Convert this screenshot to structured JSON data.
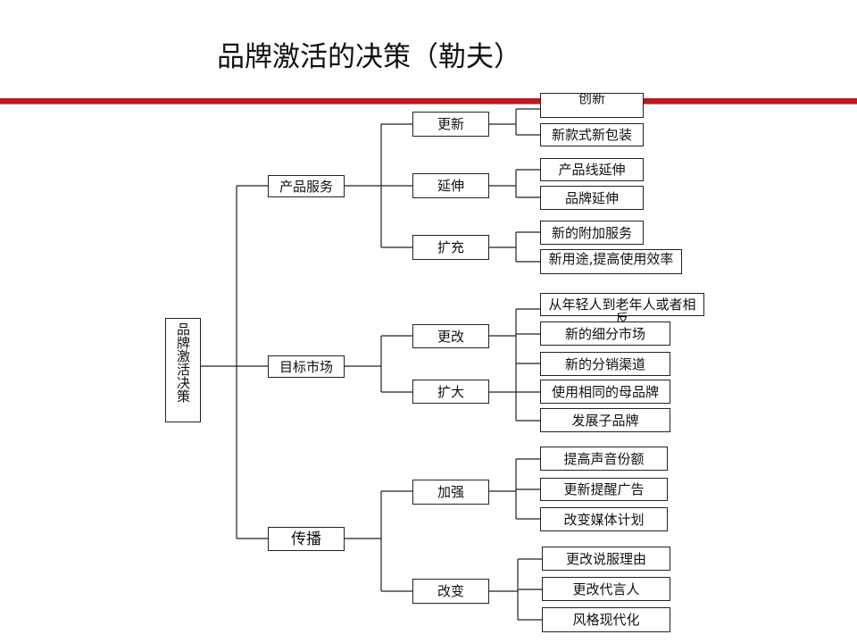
{
  "title": "品牌激活的决策（勒夫）",
  "colors": {
    "accent_rule": "#c0161d",
    "box_border": "#222222",
    "connector": "#222222"
  },
  "root": "品牌激活决策",
  "branches": [
    {
      "label": "产品服务",
      "groups": [
        {
          "label": "更新",
          "leaves": [
            "创新",
            "新款式新包装"
          ]
        },
        {
          "label": "延伸",
          "leaves": [
            "产品线延伸",
            "品牌延伸"
          ]
        },
        {
          "label": "扩充",
          "leaves": [
            "新的附加服务",
            "新用途,提高使用效率"
          ]
        }
      ]
    },
    {
      "label": "目标市场",
      "groups": [
        {
          "label": "更改",
          "leaves": [
            "从年轻人到老年人或者相反",
            "新的细分市场",
            "新的分销渠道"
          ]
        },
        {
          "label": "扩大",
          "leaves": [
            "使用相同的母品牌",
            "发展子品牌"
          ]
        }
      ]
    },
    {
      "label": "传播",
      "groups": [
        {
          "label": "加强",
          "leaves": [
            "提高声音份额",
            "更新提醒广告",
            "改变媒体计划"
          ]
        },
        {
          "label": "改变",
          "leaves": [
            "更改说服理由",
            "更改代言人",
            "风格现代化"
          ]
        }
      ]
    }
  ]
}
